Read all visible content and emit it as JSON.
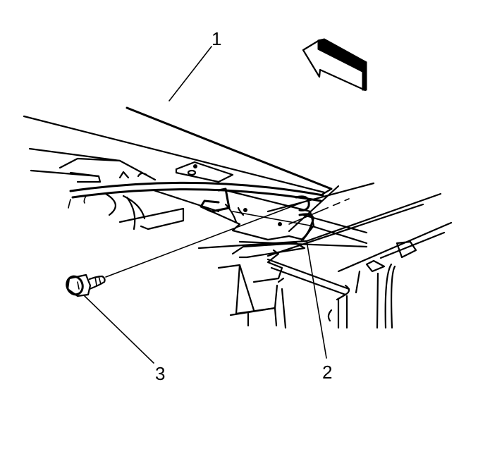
{
  "diagram": {
    "type": "exploded-assembly-illustration",
    "subject": "Hood hinge/bracket mounting with bolt",
    "stroke_color": "#000000",
    "background_color": "#ffffff",
    "direction_arrow": {
      "icon": "front-direction-arrow-icon",
      "points_toward": "upper-left"
    },
    "callouts": [
      {
        "number": "1",
        "target": "hood panel edge"
      },
      {
        "number": "2",
        "target": "hinge bracket"
      },
      {
        "number": "3",
        "target": "bolt"
      }
    ]
  }
}
